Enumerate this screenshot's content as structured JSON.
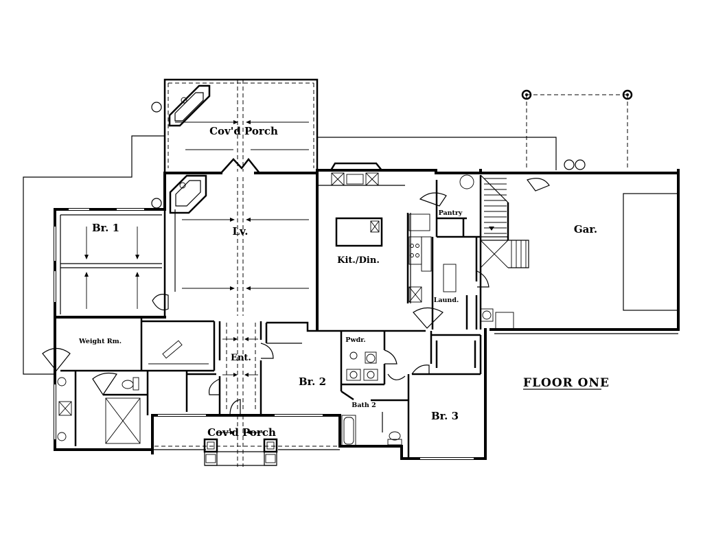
{
  "plan_title": "FLOOR ONE",
  "rooms": {
    "covd_porch_rear": "Cov'd Porch",
    "living": "Lv.",
    "bedroom_1": "Br. 1",
    "kitchen_dining": "Kit./Din.",
    "pantry": "Pantry",
    "laundry": "Laund.",
    "garage": "Gar.",
    "weight_room": "Weight Rm.",
    "entry": "Ent.",
    "bedroom_2": "Br. 2",
    "powder": "Pwdr.",
    "bath_2": "Bath 2",
    "bedroom_3": "Br. 3",
    "covd_porch_front": "Cov'd Porch"
  },
  "icons": {
    "fireplace_rear": "fireplace-icon",
    "fireplace_living": "fireplace-icon",
    "stairs": "stairs-icon",
    "compass": "north-arrow-icon"
  }
}
